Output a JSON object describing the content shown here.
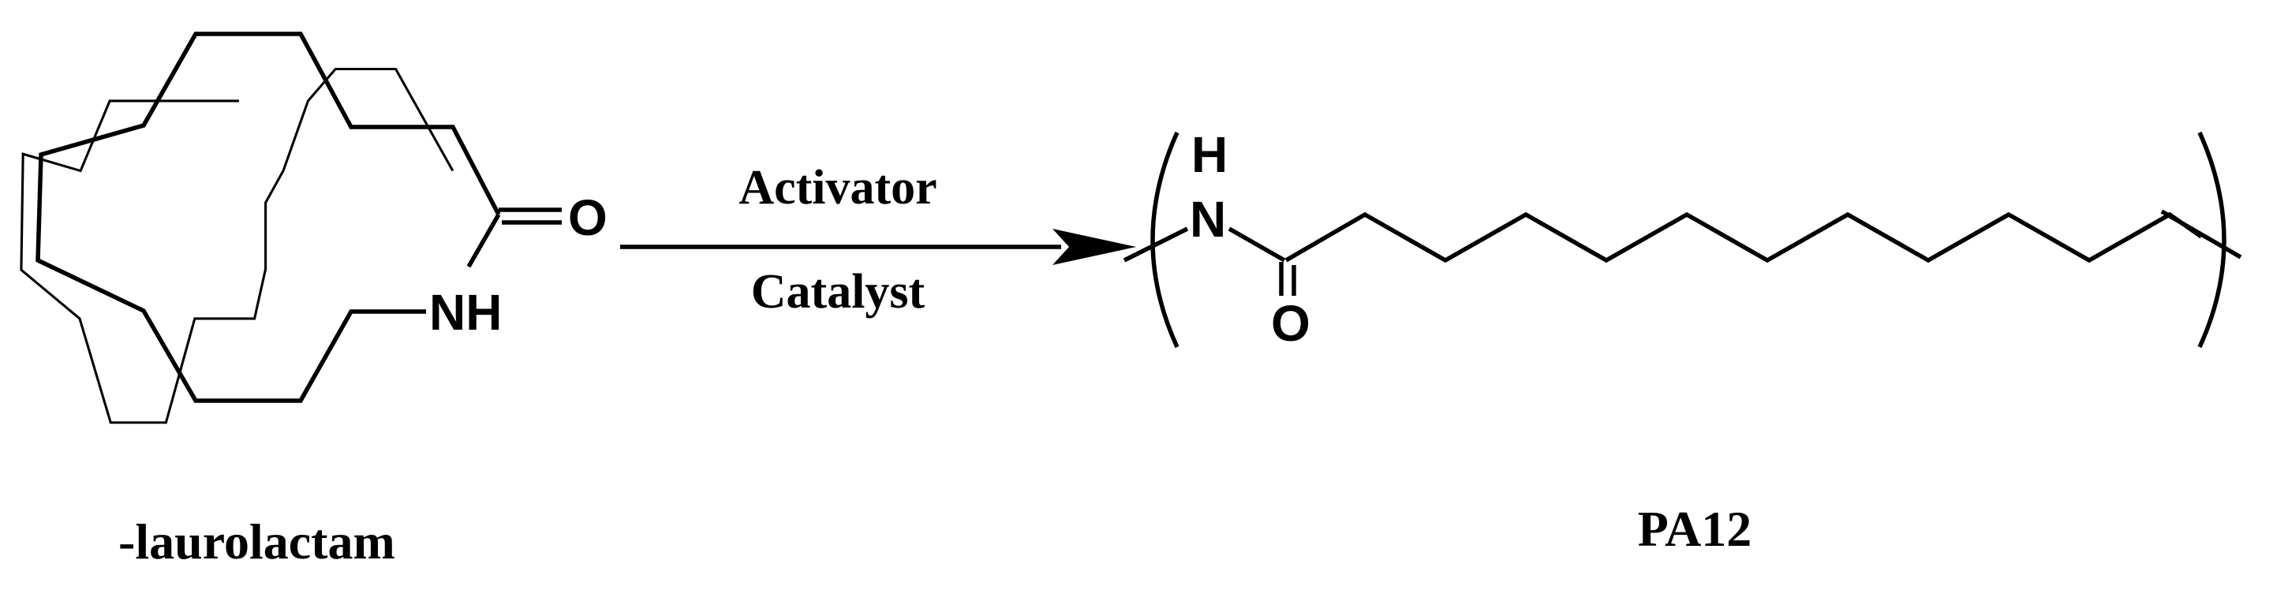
{
  "reaction": {
    "reagent_above_arrow": "Activator",
    "reagent_below_arrow": "Catalyst"
  },
  "reactant": {
    "name": "-laurolactam",
    "atoms": {
      "carbonyl_oxygen": "O",
      "amide_nh": "NH"
    }
  },
  "product": {
    "name": "PA12",
    "atoms": {
      "amide_h": "H",
      "amide_n": "N",
      "carbonyl_oxygen": "O"
    }
  },
  "colors": {
    "ink": "#000000",
    "background": "#ffffff"
  }
}
